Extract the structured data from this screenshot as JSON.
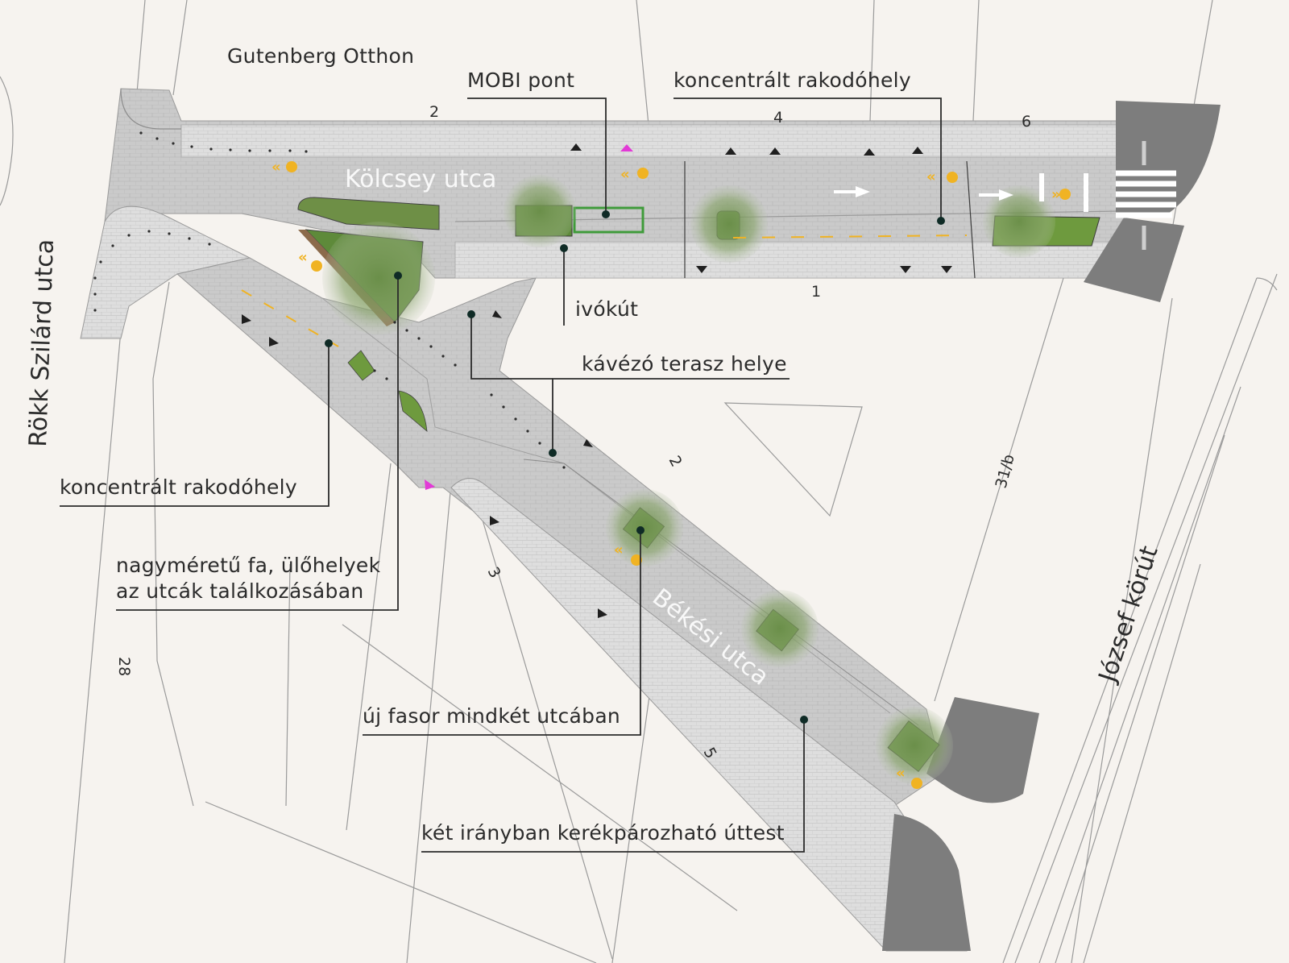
{
  "places": {
    "building": "Gutenberg Otthon",
    "streets": {
      "rokk": "Rökk Szilárd utca",
      "kolcsey": "Kölcsey utca",
      "bekesi": "Békési utca",
      "jozsef": "József körút"
    }
  },
  "house_numbers": {
    "k_north_2": "2",
    "k_north_4": "4",
    "k_north_6": "6",
    "k_south_1": "1",
    "b_north_2": "2",
    "b_north_31b": "31/b",
    "b_south_3": "3",
    "b_south_5": "5",
    "r_28": "28"
  },
  "annotations": {
    "mobi": "MOBI pont",
    "loading_kolcsey": "koncentrált rakodóhely",
    "fountain": "ivókút",
    "cafe": "kávézó terasz helye",
    "loading_bekesi": "koncentrált rakodóhely",
    "bigtree_1": "nagyméretű fa, ülőhelyek",
    "bigtree_2": "az utcák találkozásában",
    "trees": "új fasor mindkét utcában",
    "bike": "két irányban kerékpározható úttest"
  },
  "colors": {
    "background": "#f6f3ef",
    "paving": "#c9c9c9",
    "sidewalk": "#dcdcdc",
    "asphalt": "#7d7d7d",
    "green": "#5e8a3a",
    "bike_marking": "#f0b323",
    "accent_magenta": "#e23ad6",
    "ink": "#2b2b2b"
  }
}
